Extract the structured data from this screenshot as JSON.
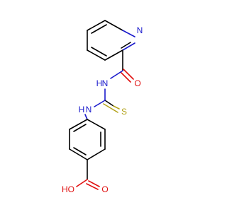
{
  "molecule": {
    "atom_labels": {
      "pyridine_n": "N",
      "imide_n": "N",
      "imide_h": "H",
      "carbonyl_o": "O",
      "thione_s": "S",
      "amine_n": "N",
      "amine_h": "H",
      "acid_oh": "OH",
      "acid_h": "HO",
      "acid_o": "O"
    },
    "colors": {
      "carbon": "#000000",
      "nitrogen": "#1a1acc",
      "oxygen": "#e01010",
      "sulfur": "#b3a21a"
    }
  }
}
